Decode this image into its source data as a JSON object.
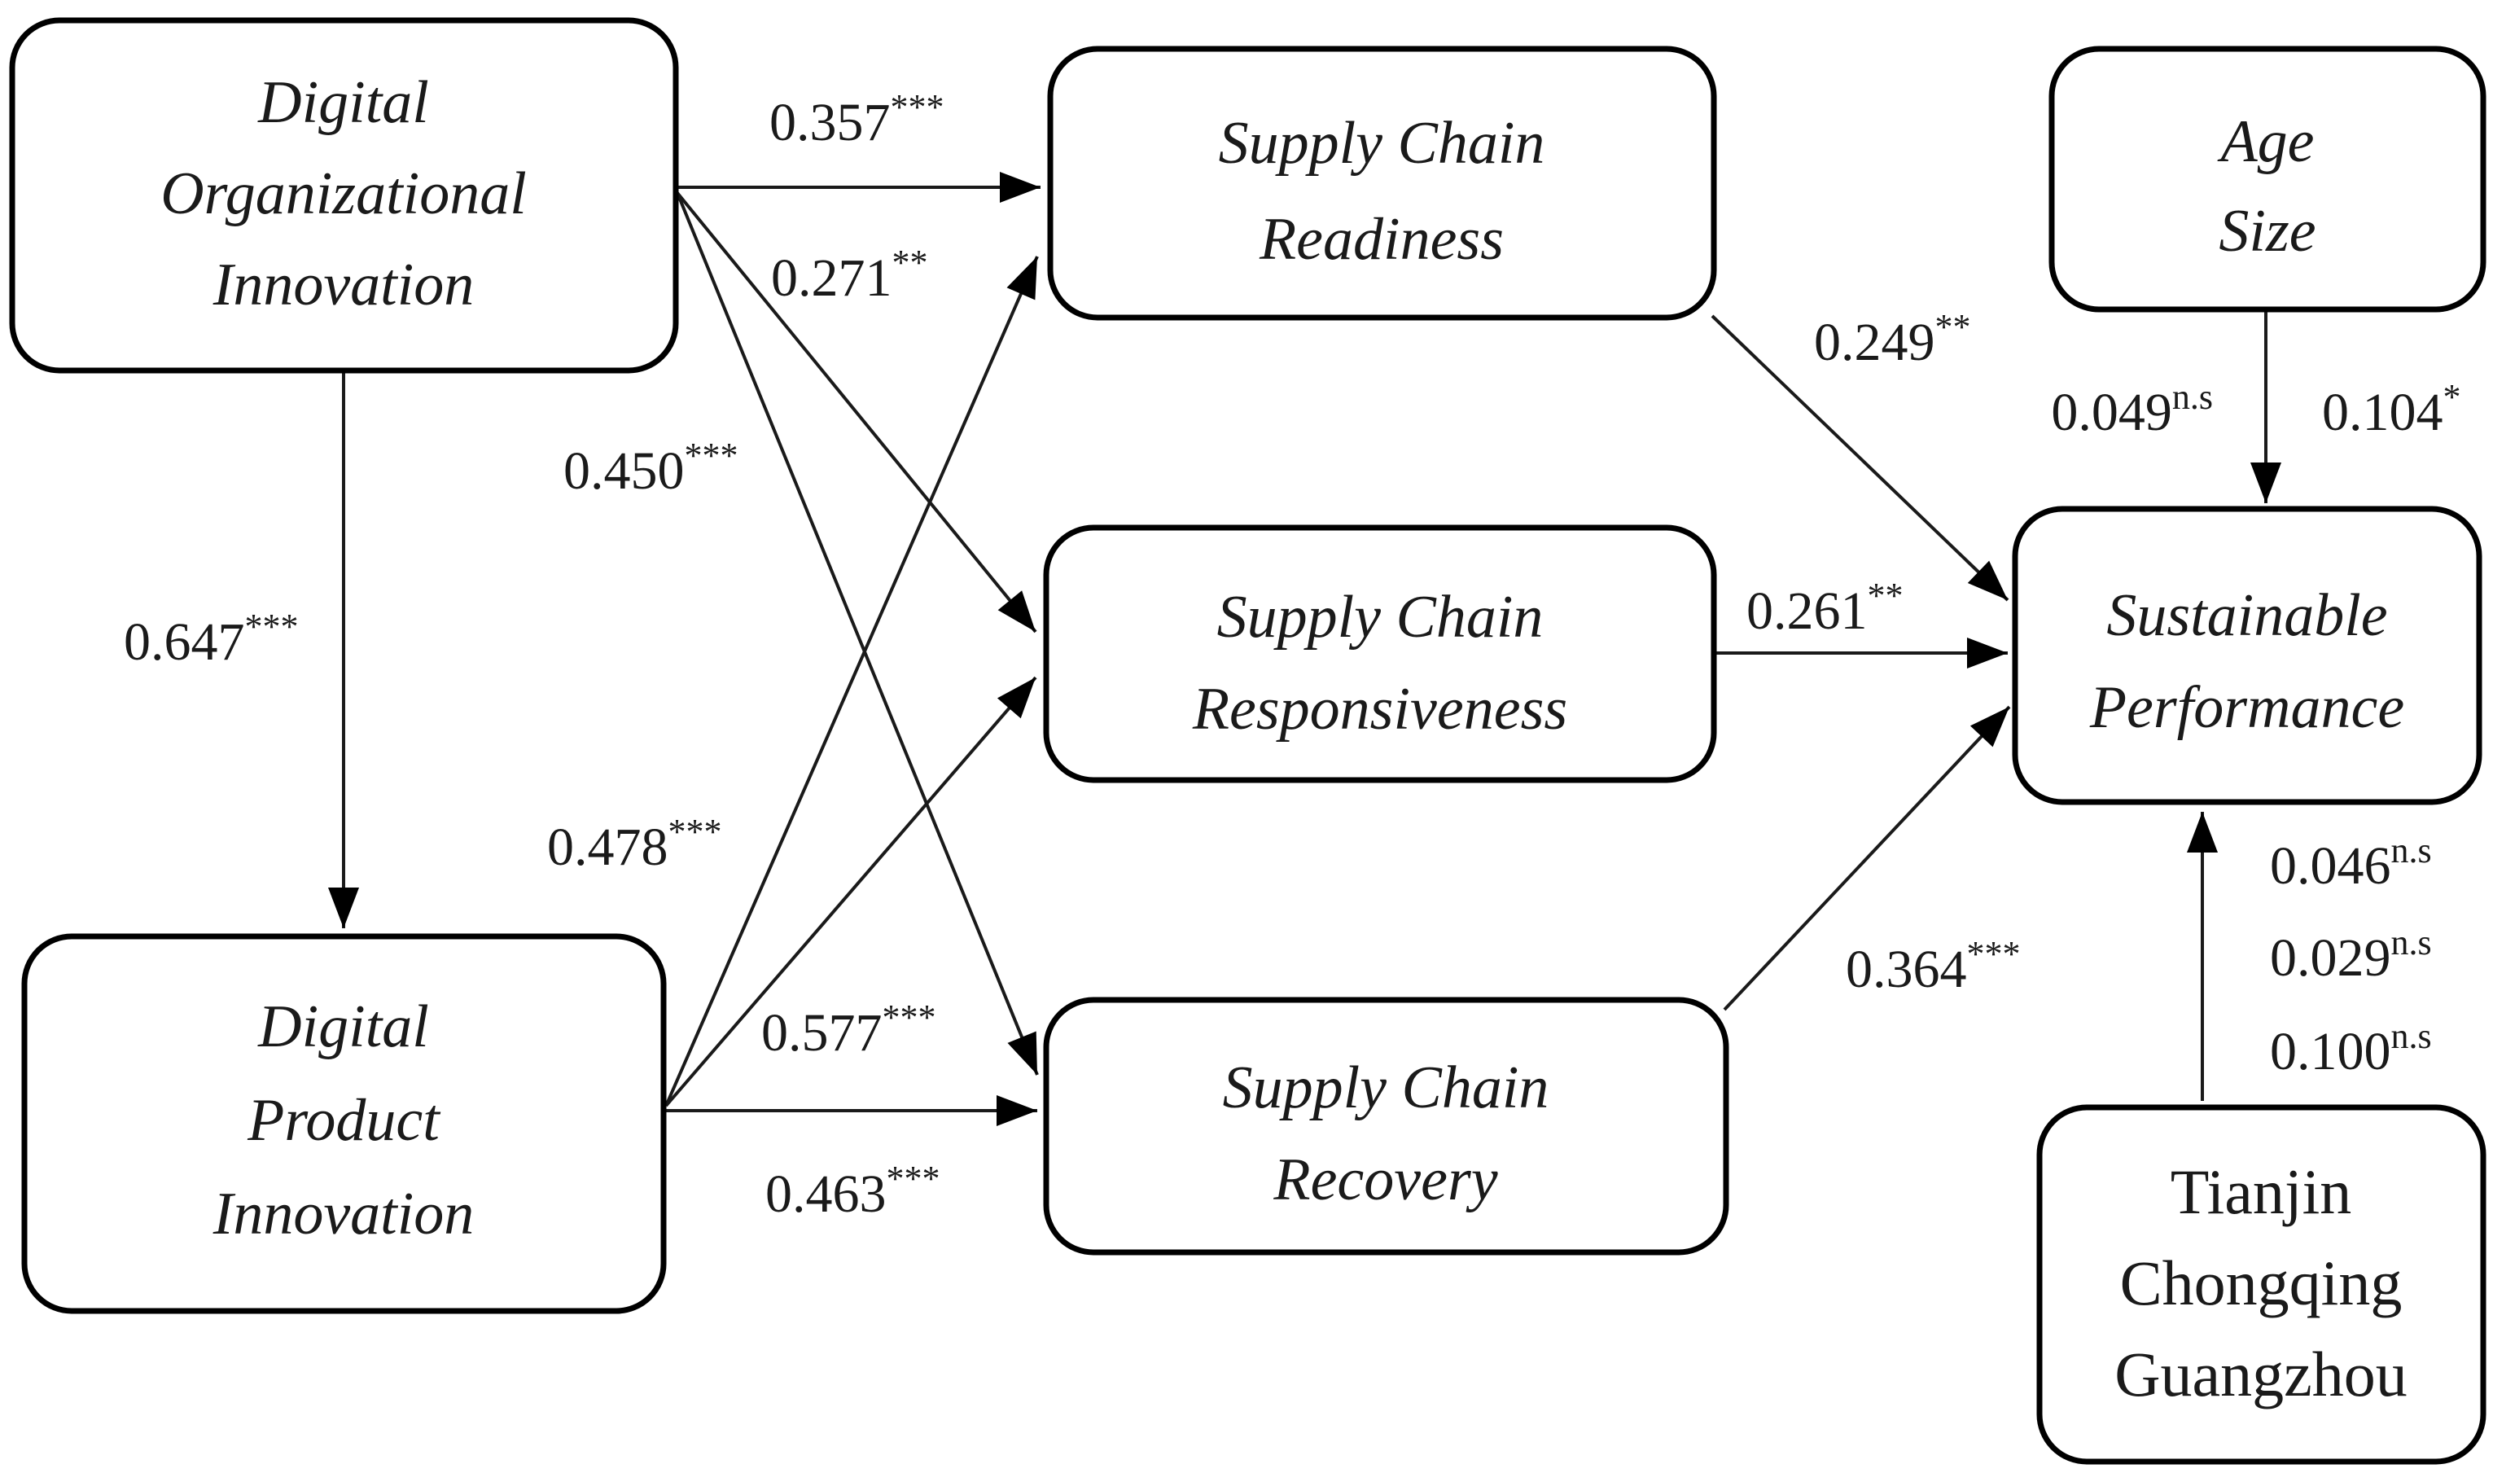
{
  "colors": {
    "background": "#ffffff",
    "box_border": "#000000",
    "line": "#1a1a1a",
    "text": "#1a1a1a"
  },
  "diagram": {
    "nodes": {
      "doi": {
        "id": "digital-organizational-innovation",
        "lines": [
          "Digital",
          "Organizational",
          "Innovation"
        ]
      },
      "dpi": {
        "id": "digital-product-innovation",
        "lines": [
          "Digital",
          "Product",
          "Innovation"
        ]
      },
      "scr": {
        "id": "supply-chain-readiness",
        "lines": [
          "Supply Chain",
          "Readiness"
        ]
      },
      "scres": {
        "id": "supply-chain-responsiveness",
        "lines": [
          "Supply Chain",
          "Responsiveness"
        ]
      },
      "screc": {
        "id": "supply-chain-recovery",
        "lines": [
          "Supply Chain",
          "Recovery"
        ]
      },
      "agesize": {
        "id": "age-size-controls",
        "lines": [
          "Age",
          "Size"
        ]
      },
      "sp": {
        "id": "sustainable-performance",
        "lines": [
          "Sustainable",
          "Performance"
        ]
      },
      "cities": {
        "id": "city-controls",
        "lines": [
          "Tianjin",
          "Chongqing",
          "Guangzhou"
        ]
      }
    },
    "edges": {
      "doi_dpi": {
        "from": "digital-organizational-innovation",
        "to": "digital-product-innovation",
        "value": "0.647",
        "sig": "***"
      },
      "doi_scr": {
        "from": "digital-organizational-innovation",
        "to": "supply-chain-readiness",
        "value": "0.357",
        "sig": "***"
      },
      "doi_scres": {
        "from": "digital-organizational-innovation",
        "to": "supply-chain-responsiveness",
        "value": "0.271",
        "sig": "**"
      },
      "doi_screc": {
        "from": "digital-organizational-innovation",
        "to": "supply-chain-recovery",
        "value": "0.450",
        "sig": "***"
      },
      "dpi_scr": {
        "from": "digital-product-innovation",
        "to": "supply-chain-readiness",
        "value": "0.478",
        "sig": "***"
      },
      "dpi_scres": {
        "from": "digital-product-innovation",
        "to": "supply-chain-responsiveness",
        "value": "0.577",
        "sig": "***"
      },
      "dpi_screc": {
        "from": "digital-product-innovation",
        "to": "supply-chain-recovery",
        "value": "0.463",
        "sig": "***"
      },
      "scr_sp": {
        "from": "supply-chain-readiness",
        "to": "sustainable-performance",
        "value": "0.249",
        "sig": "**"
      },
      "scres_sp": {
        "from": "supply-chain-responsiveness",
        "to": "sustainable-performance",
        "value": "0.261",
        "sig": "**"
      },
      "screc_sp": {
        "from": "supply-chain-recovery",
        "to": "sustainable-performance",
        "value": "0.364",
        "sig": "***"
      },
      "age_sp": {
        "from": "age-size-controls",
        "to": "sustainable-performance",
        "value": "0.049",
        "sig": "n.s"
      },
      "size_sp": {
        "from": "age-size-controls",
        "to": "sustainable-performance",
        "value": "0.104",
        "sig": "*"
      },
      "tianjin_sp": {
        "from": "city-controls",
        "to": "sustainable-performance",
        "value": "0.046",
        "sig": "n.s"
      },
      "chongqing_sp": {
        "from": "city-controls",
        "to": "sustainable-performance",
        "value": "0.029",
        "sig": "n.s"
      },
      "guangzhou_sp": {
        "from": "city-controls",
        "to": "sustainable-performance",
        "value": "0.100",
        "sig": "n.s"
      }
    }
  }
}
